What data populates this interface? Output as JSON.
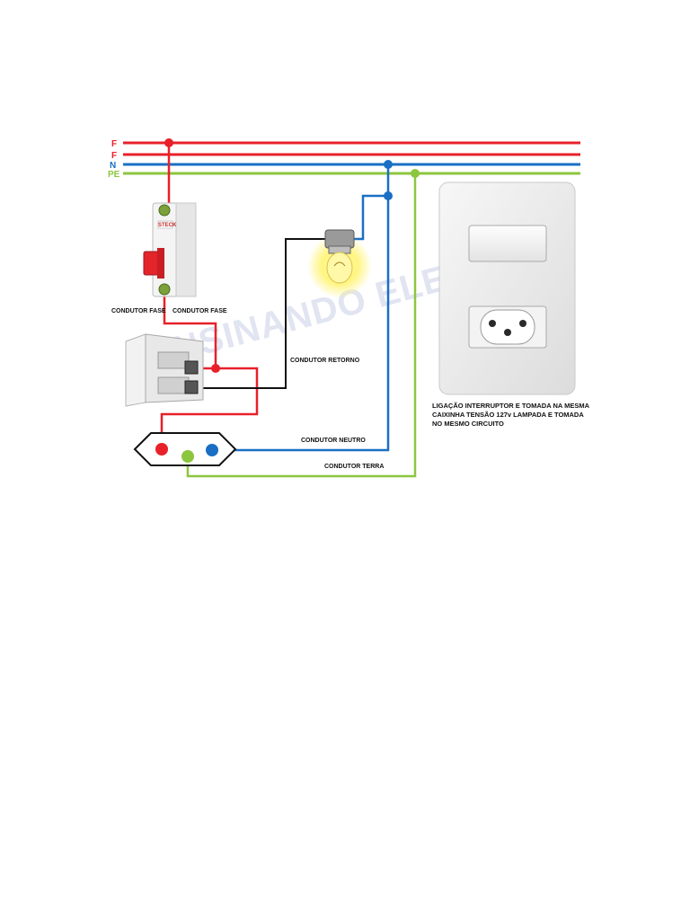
{
  "diagram": {
    "buses": {
      "phase1": "F",
      "phase2": "F",
      "neutral": "N",
      "ground": "PE"
    },
    "breaker_brand": "STECK",
    "labels": {
      "fase_left": "CONDUTOR FASE",
      "fase_right": "CONDUTOR FASE",
      "retorno": "CONDUTOR RETORNO",
      "neutro": "CONDUTOR NEUTRO",
      "terra": "CONDUTOR TERRA"
    },
    "description": [
      "LIGAÇÃO INTERRUPTOR E TOMADA NA MESMA",
      "CAIXINHA TENSÃO 127v LAMPADA E TOMADA",
      "NO MESMO CIRCUITO"
    ],
    "watermark": "ENSINANDO ELETRICA",
    "colors": {
      "phase": "#e8202a",
      "neutral": "#1a6fc4",
      "ground": "#8cc63f",
      "return": "#111111",
      "bulb_glow": "#fff36a"
    }
  }
}
